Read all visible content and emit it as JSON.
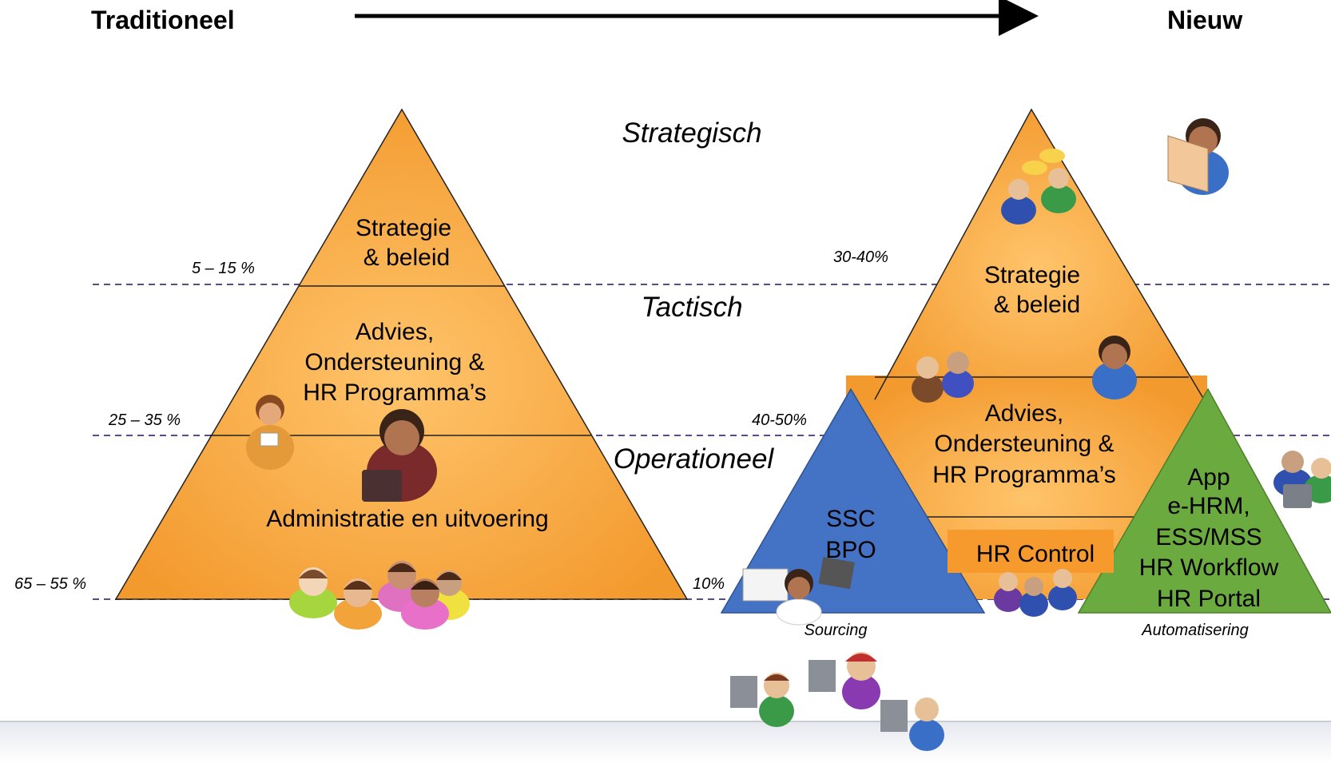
{
  "header": {
    "left": "Traditioneel",
    "right": "Nieuw"
  },
  "layers": {
    "strategic": "Strategisch",
    "tactical": "Tactisch",
    "operational": "Operationeel"
  },
  "traditional": {
    "pct_top": "5 – 15 %",
    "pct_mid": "25 – 35 %",
    "pct_bottom": "65 – 55 %",
    "top": [
      "Strategie",
      "& beleid"
    ],
    "middle": [
      "Advies,",
      "Ondersteuning &",
      "HR Programma’s"
    ],
    "bottom": "Administratie en uitvoering"
  },
  "new": {
    "pct_top": "30-40%",
    "pct_mid": "40-50%",
    "pct_bottom": "10%",
    "top": [
      "Strategie",
      "& beleid"
    ],
    "middle": [
      "Advies,",
      "Ondersteuning &",
      "HR Programma’s"
    ],
    "hr_control": "HR Control",
    "ssc": [
      "SSC",
      "BPO"
    ],
    "app": [
      "App",
      "e-HRM,",
      "ESS/MSS",
      "HR Workflow",
      "HR Portal"
    ],
    "sourcing": "Sourcing",
    "automation": "Automatisering"
  },
  "colors": {
    "orange": "#F7A23A",
    "blue": "#4472C4",
    "green": "#6BAA3E",
    "dashed_line": "#5A4A8A"
  },
  "icons": [
    "person-icon",
    "person-briefcase-icon",
    "newspaper-person-icon",
    "computer-user-icon",
    "laptop-icon",
    "chat-people-icon"
  ]
}
